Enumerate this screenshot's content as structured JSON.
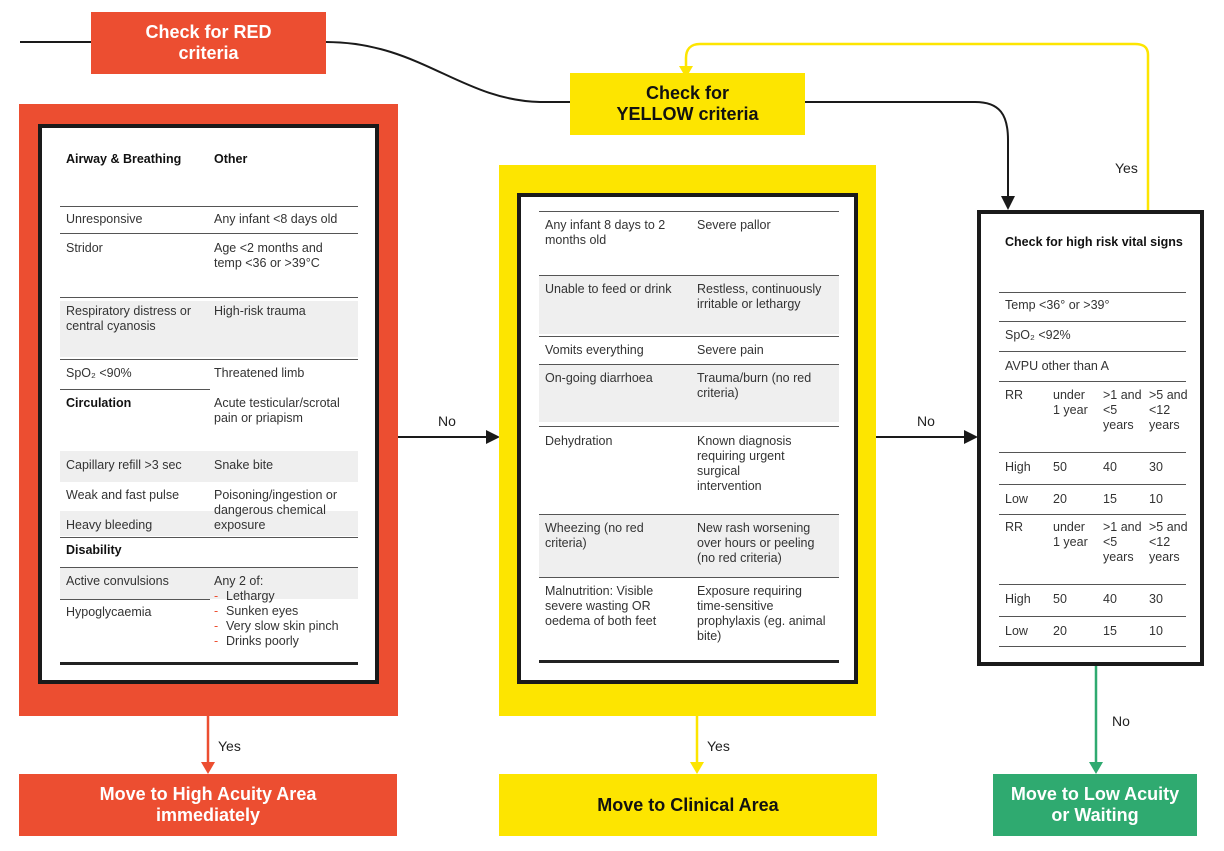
{
  "headers": {
    "red_check": "Check for RED criteria",
    "yellow_check": "Check for YELLOW criteria",
    "high_acuity": "Move to High Acuity Area immediately",
    "clinical_area": "Move to Clinical Area",
    "low_acuity": "Move to Low Acuity or Waiting"
  },
  "flow_labels": {
    "no1": "No",
    "no2": "No",
    "yes_red": "Yes",
    "yes_yellow": "Yes",
    "yes_vitals": "Yes",
    "no_vitals": "No"
  },
  "red_table": {
    "col1_header": "Airway & Breathing",
    "col2_header": "Other",
    "rows": [
      {
        "a": "Unresponsive",
        "b": "Any infant <8 days old"
      },
      {
        "a": "Stridor",
        "b": "Age <2 months and temp <36 or >39°C"
      },
      {
        "a": "Respiratory distress or central cyanosis",
        "b": "High-risk trauma"
      },
      {
        "a": "SpO₂ <90%",
        "b": "Threatened limb"
      },
      {
        "a": "Circulation",
        "b": "Acute testicular/scrotal pain or priapism"
      },
      {
        "a": "Capillary refill >3 sec",
        "b": "Snake bite"
      },
      {
        "a": "Weak and fast pulse",
        "b": "Poisoning/ingestion or dangerous chemical exposure"
      },
      {
        "a": "Heavy bleeding",
        "b": ""
      },
      {
        "a": "Disability",
        "b": ""
      },
      {
        "a": "Active convulsions",
        "b": "Any 2 of:"
      },
      {
        "a": "Hypoglycaemia",
        "b": ""
      }
    ],
    "any2_items": [
      "Lethargy",
      "Sunken eyes",
      "Very slow skin pinch",
      "Drinks poorly"
    ]
  },
  "yellow_table": {
    "rows": [
      {
        "a": "Any infant 8 days to 2 months old",
        "b": "Severe pallor"
      },
      {
        "a": "Unable to feed or drink",
        "b": "Restless, continuously irritable or lethargy"
      },
      {
        "a": "Vomits everything",
        "b": "Severe pain"
      },
      {
        "a": "On-going diarrhoea",
        "b": "Trauma/burn (no red criteria)"
      },
      {
        "a": "Dehydration",
        "b": "Known diagnosis requiring urgent surgical intervention"
      },
      {
        "a": "Wheezing (no red criteria)",
        "b": "New rash worsening over hours or peeling (no red criteria)"
      },
      {
        "a": "Malnutrition: Visible severe wasting OR oedema of both feet",
        "b": "Exposure requiring time-sensitive prophylaxis (eg. animal bite)"
      }
    ]
  },
  "vitals": {
    "title": "Check for high risk vital signs",
    "temp": "Temp <36° or >39°",
    "spo2": "SpO₂ <92%",
    "avpu": "AVPU other than A",
    "blocks": [
      {
        "head": [
          "RR",
          "under 1 year",
          ">1 and <5 years",
          ">5 and <12 years"
        ],
        "rows": [
          [
            "High",
            "50",
            "40",
            "30"
          ],
          [
            "Low",
            "20",
            "15",
            "10"
          ]
        ]
      },
      {
        "head": [
          "RR",
          "under 1 year",
          ">1 and <5 years",
          ">5 and <12 years"
        ],
        "rows": [
          [
            "High",
            "50",
            "40",
            "30"
          ],
          [
            "Low",
            "20",
            "15",
            "10"
          ]
        ]
      }
    ]
  },
  "colors": {
    "red": "#ec4e31",
    "yellow": "#fde500",
    "green": "#2faa70",
    "border": "#1a1a1a"
  }
}
